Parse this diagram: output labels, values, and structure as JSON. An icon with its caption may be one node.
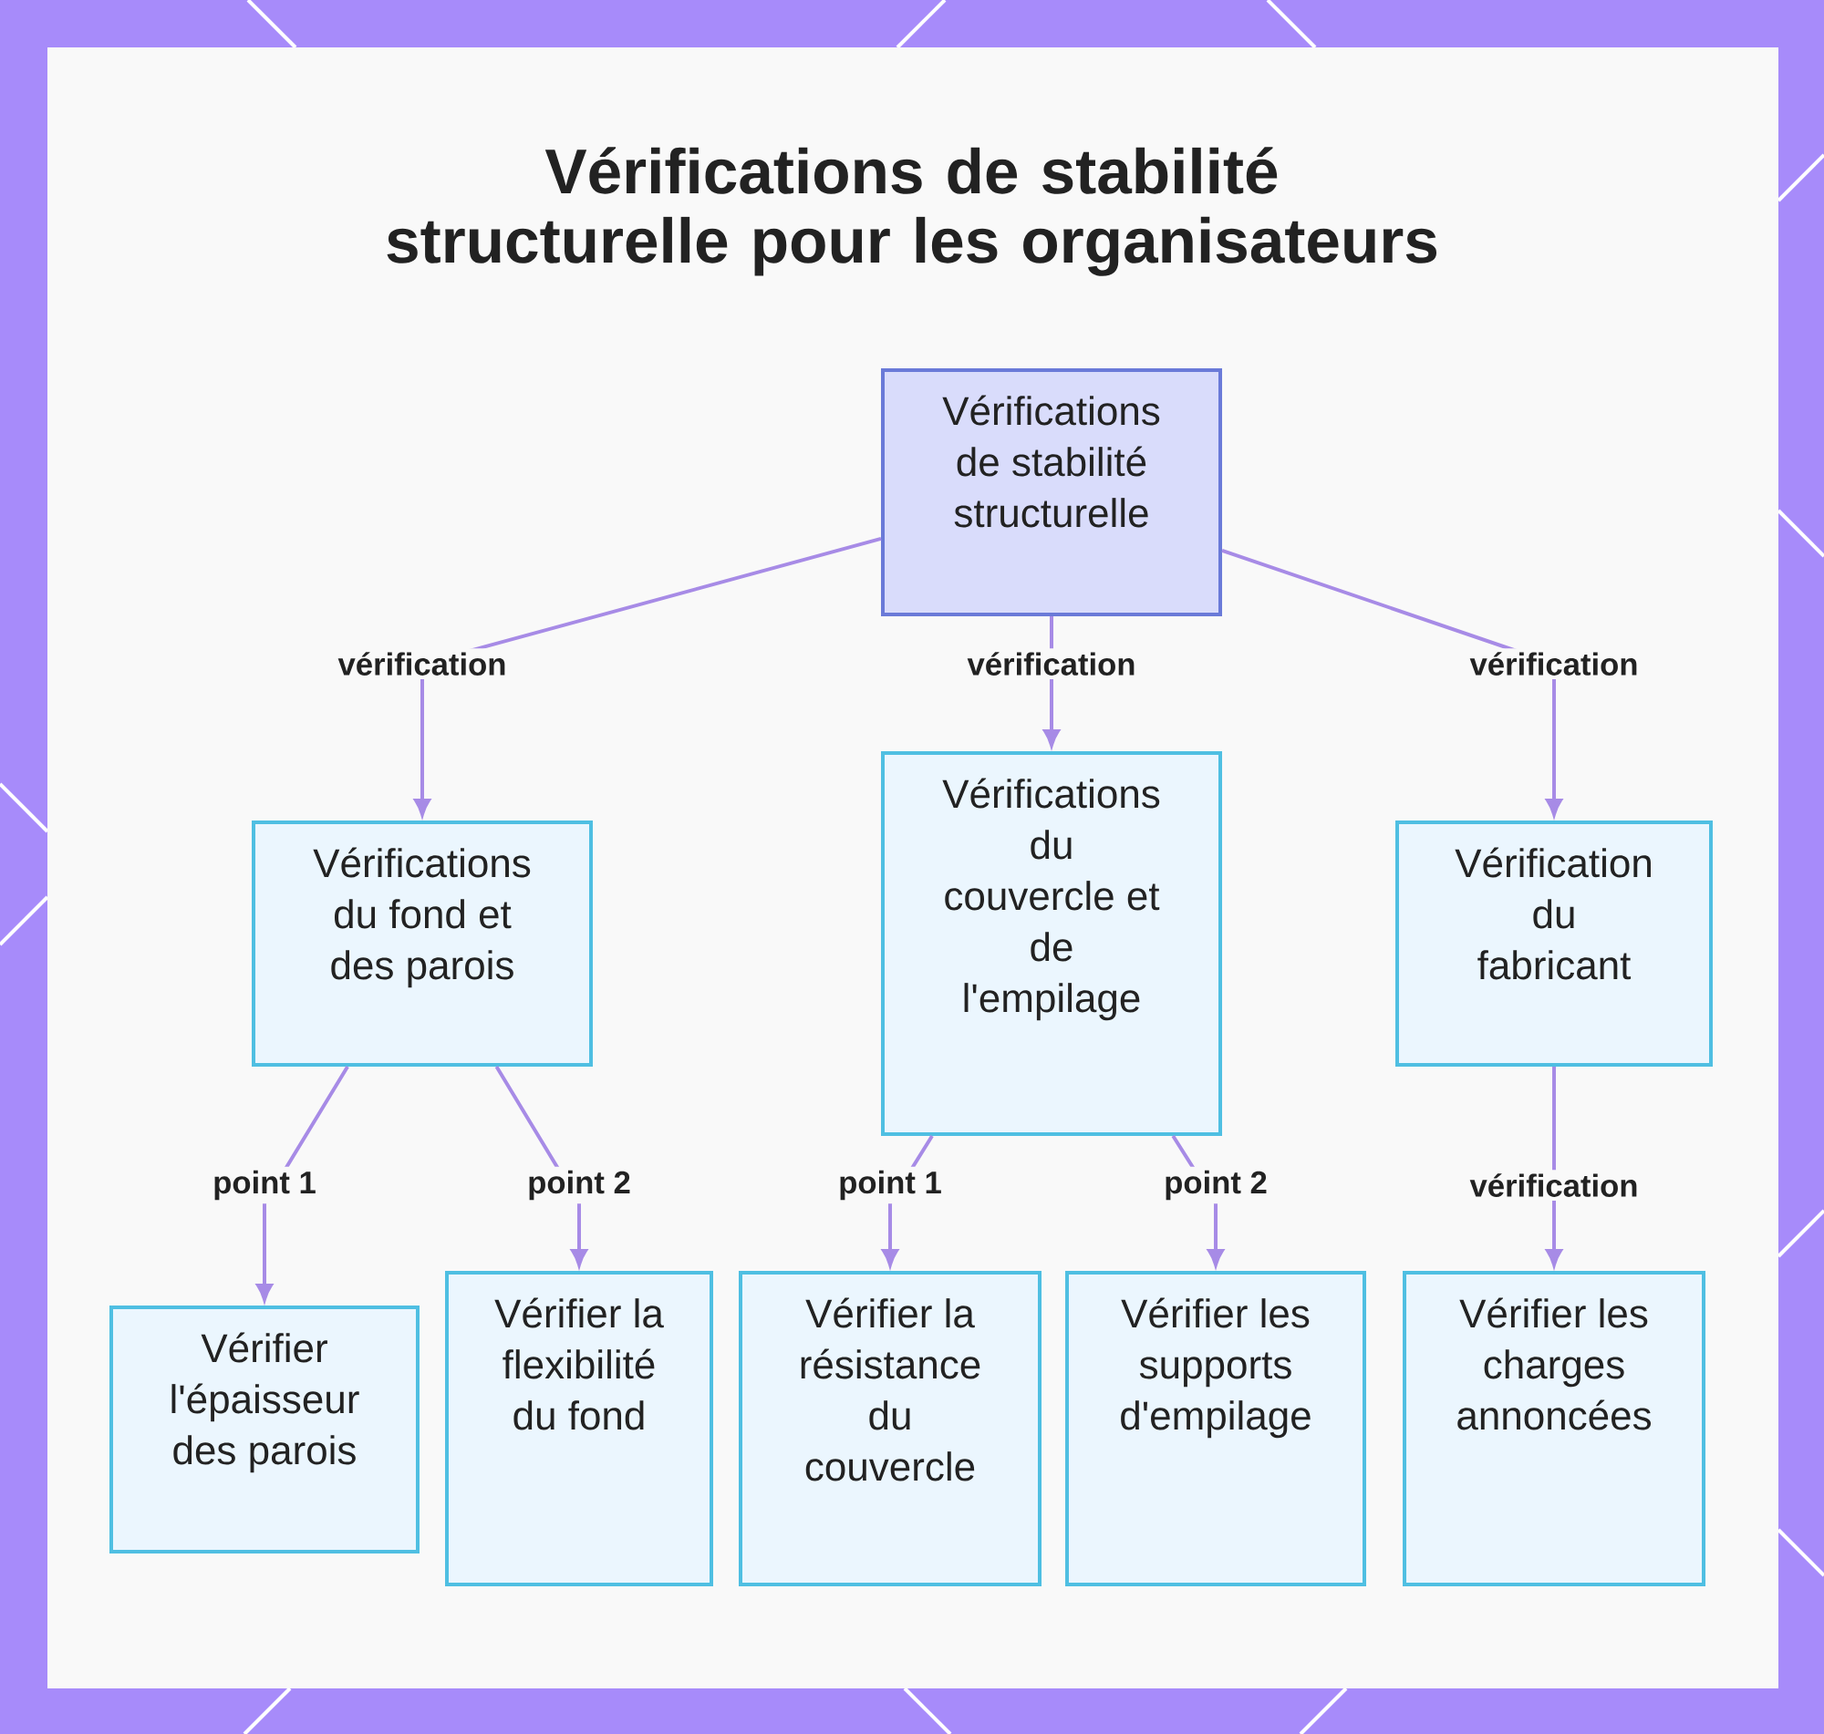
{
  "diagram": {
    "title": "Vérifications de stabilité structurelle pour les organisateurs",
    "nodes": [
      {
        "text": [
          "Vérifications de stabilité structurelle"
        ]
      },
      {
        "text": [
          "Vérifications du fond et des parois"
        ]
      },
      {
        "text": [
          "Vérifications du couvercle et de l'empilage"
        ]
      },
      {
        "text": [
          "Vérification du fabricant"
        ]
      },
      {
        "text": [
          "Vérifier l'épaisseur des parois"
        ]
      },
      {
        "text": [
          "Vérifier la flexibilité du fond"
        ]
      },
      {
        "text": [
          "Vérifier la résistance du couvercle"
        ]
      },
      {
        "text": [
          "Vérifier les supports d'empilage"
        ]
      },
      {
        "text": [
          "Vérifier les charges annoncées"
        ]
      }
    ],
    "edges": [
      {
        "from": 0,
        "to": 1,
        "arrow": "to",
        "label": "vérification"
      },
      {
        "from": 0,
        "to": 2,
        "arrow": "to",
        "label": "vérification"
      },
      {
        "from": 0,
        "to": 3,
        "arrow": "to",
        "label": "vérification"
      },
      {
        "from": 1,
        "to": 4,
        "arrow": "to",
        "label": "point 1"
      },
      {
        "from": 1,
        "to": 5,
        "arrow": "to",
        "label": "point 2"
      },
      {
        "from": 2,
        "to": 6,
        "arrow": "to",
        "label": "point 1"
      },
      {
        "from": 2,
        "to": 7,
        "arrow": "to",
        "label": "point 2"
      },
      {
        "from": 3,
        "to": 8,
        "arrow": "to",
        "label": "vérification"
      }
    ]
  }
}
